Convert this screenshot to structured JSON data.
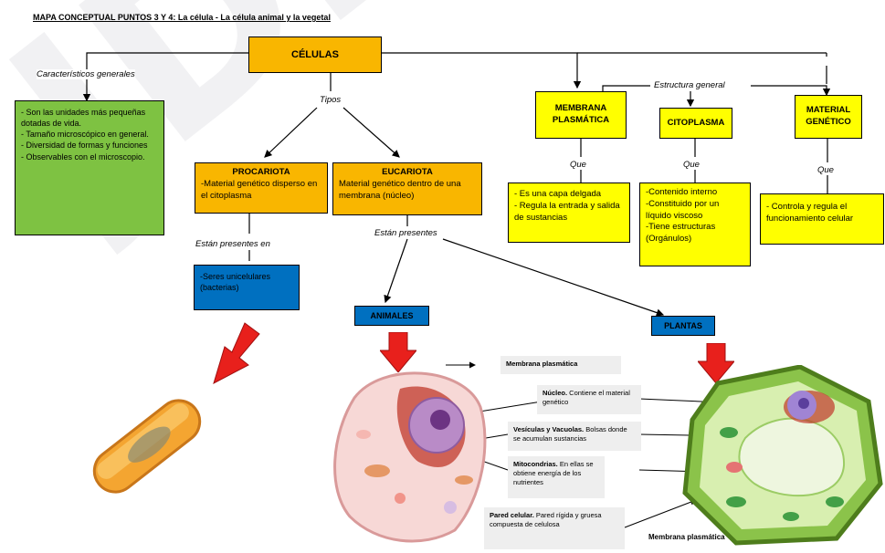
{
  "title": "MAPA CONCEPTUAL PUNTOS 3 Y 4:  La célula - La célula animal y la vegetal",
  "watermark": "JDI-DL",
  "root": "CÉLULAS",
  "connectors": {
    "caracteristicas": "Característicos generales",
    "tipos": "Tipos",
    "estructura": "Estructura general",
    "que1": "Que",
    "que2": "Que",
    "que3": "Que",
    "estan_en": "Están presentes en",
    "estan": "Están presentes"
  },
  "caracteristicas_box": {
    "lines": [
      "- Son las unidades más pequeñas dotadas de vida.",
      "- Tamaño microscópico en general.",
      "- Diversidad de formas y funciones",
      "- Observables con el microscopio."
    ]
  },
  "procariota": {
    "title": "PROCARIOTA",
    "text": "-Material genético disperso en el citoplasma"
  },
  "eucariota": {
    "title": "EUCARIOTA",
    "text": "Material genético dentro de una membrana (núcleo)"
  },
  "procariota_examples": "-Seres unicelulares (bacterias)",
  "estructura": {
    "membrana": {
      "title": "MEMBRANA PLASMÁTICA",
      "desc": "- Es una capa delgada\n- Regula la entrada y salida de sustancias"
    },
    "citoplasma": {
      "title": "CITOPLASMA",
      "desc": "-Contenido interno\n-Constituido por un líquido viscoso\n-Tiene estructuras (Orgánulos)"
    },
    "material": {
      "title": "MATERIAL GENÉTICO",
      "desc": "- Controla y regula el funcionamiento celular"
    }
  },
  "animales": "ANIMALES",
  "plantas": "PLANTAS",
  "labels": {
    "membrana_plasmatica": "Membrana plasmática",
    "nucleo_b": "Núcleo.",
    "nucleo": " Contiene el material genético",
    "vesiculas_b": "Vesículas y Vacuolas.",
    "vesiculas": " Bolsas donde se acumulan sustancias",
    "mitocondrias_b": "Mitocondrias.",
    "mitocondrias": " En ellas se obtiene energía de los nutrientes",
    "pared_b": "Pared celular.",
    "pared": " Pared rígida y gruesa compuesta de celulosa",
    "membrana_plasmatica_2": "Membrana plasmática"
  },
  "colors": {
    "orange": "#f9b600",
    "yellow": "#ffff00",
    "green": "#7ec242",
    "blue": "#0070c0",
    "arrow_red": "#e8201c"
  }
}
